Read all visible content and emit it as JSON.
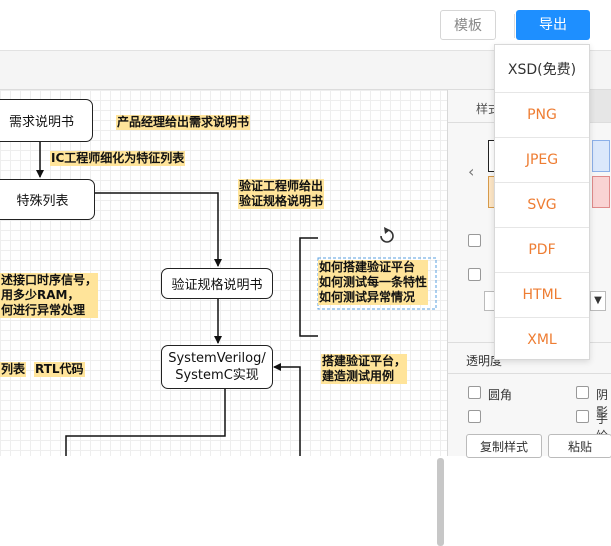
{
  "header": {
    "template_label": "模板",
    "export_label": "导出"
  },
  "export_menu": {
    "items": [
      "XSD(免费)",
      "PNG",
      "JPEG",
      "SVG",
      "PDF",
      "HTML",
      "XML"
    ],
    "colors": {
      "free": "#333333",
      "paid": "#ee7d33"
    }
  },
  "diagram": {
    "nodes": {
      "requirements": "需求说明书",
      "feature_list": "特殊列表",
      "verif_spec": "验证规格说明书",
      "sv_impl_line1": "SystemVerilog/",
      "sv_impl_line2": "SystemC实现"
    },
    "notes": {
      "pm_gives_req": "产品经理给出需求说明书",
      "ic_refine": "IC工程师细化为特征列表",
      "verif_eng_line1": "验证工程师给出",
      "verif_eng_line2": "验证规格说明书",
      "interface_line1": "述接口时序信号，",
      "interface_line2": "用多少RAM，",
      "interface_line3": "何进行异常处理",
      "rtl_line_a": "列表",
      "rtl_line_b": "RTL代码",
      "build_line1": "搭建验证平台，",
      "build_line2": "建造测试用例",
      "selected_line1": "如何搭建验证平台",
      "selected_line2": "如何测试每一条特性",
      "selected_line3": "如何测试异常情况"
    }
  },
  "side_panel": {
    "style_tab": "样式",
    "opacity_label": "透明度",
    "rounded_label": "圆角",
    "shadow_label": "阴影",
    "sketch_label": "手绘",
    "copy_style": "复制样式",
    "paste_style": "粘贴"
  }
}
